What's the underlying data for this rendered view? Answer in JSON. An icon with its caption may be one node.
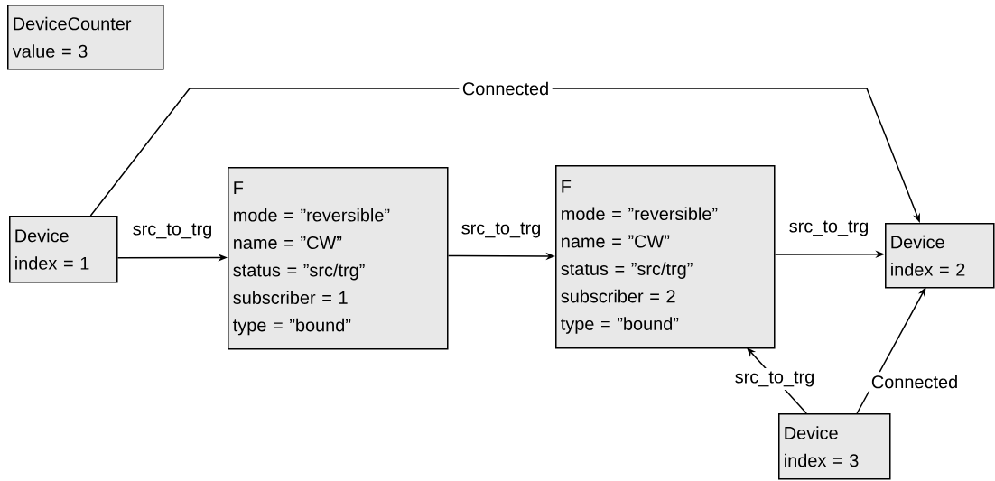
{
  "diagram": {
    "nodes": [
      {
        "text": [
          "DeviceCounter",
          "value = 3"
        ]
      },
      {
        "text": [
          "Device",
          "index = 1"
        ]
      },
      {
        "text": [
          "F",
          "mode = ”reversible”",
          "name = ”CW”",
          "status = ”src/trg”",
          "subscriber = 1",
          "type = ”bound”"
        ]
      },
      {
        "text": [
          "F",
          "mode = ”reversible”",
          "name = ”CW”",
          "status = ”src/trg”",
          "subscriber = 2",
          "type = ”bound”"
        ]
      },
      {
        "text": [
          "Device",
          "index = 2"
        ]
      },
      {
        "text": [
          "Device",
          "index = 3"
        ]
      }
    ],
    "edges": [
      {
        "from": 1,
        "to": 4,
        "arrow": "to",
        "label": "Connected"
      },
      {
        "from": 1,
        "to": 2,
        "arrow": "to",
        "label": "src_to_trg"
      },
      {
        "from": 2,
        "to": 3,
        "arrow": "to",
        "label": "src_to_trg"
      },
      {
        "from": 3,
        "to": 4,
        "arrow": "to",
        "label": "src_to_trg"
      },
      {
        "from": 5,
        "to": 3,
        "arrow": "to",
        "label": "src_to_trg"
      },
      {
        "from": 5,
        "to": 4,
        "arrow": "to",
        "label": "Connected"
      }
    ]
  }
}
